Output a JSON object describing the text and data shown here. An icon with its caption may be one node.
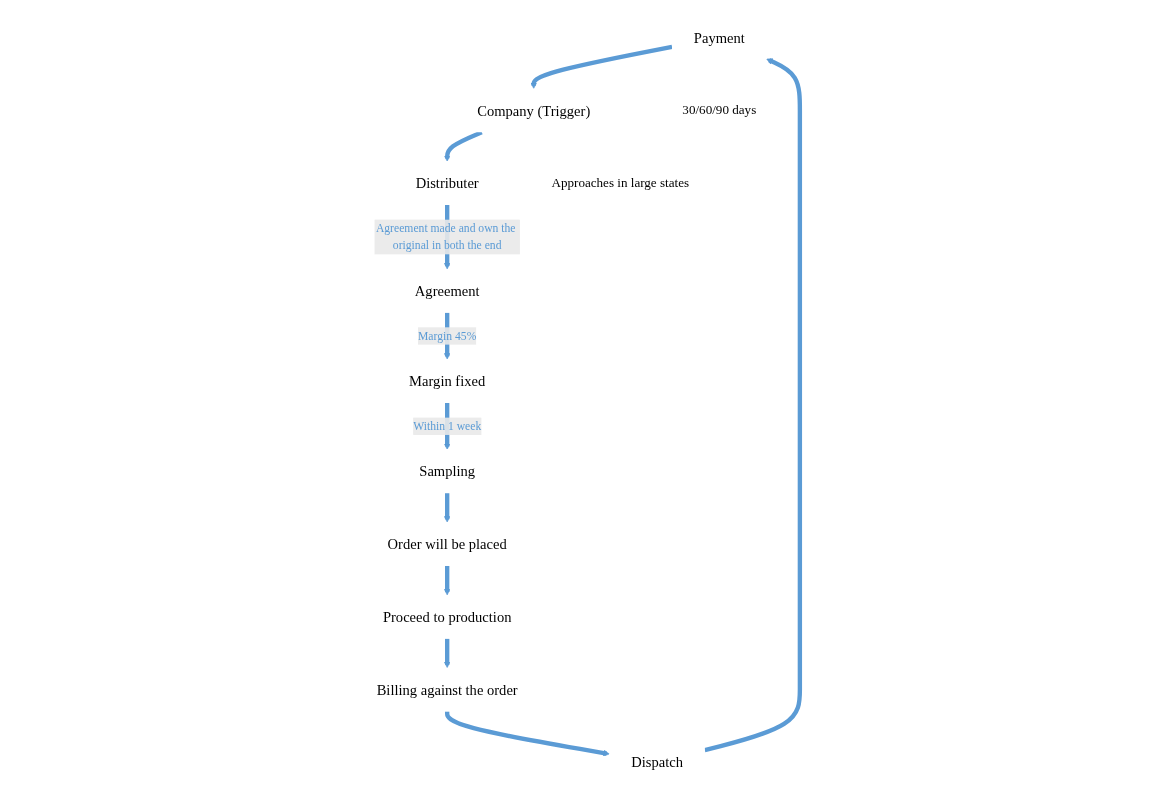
{
  "diagram": {
    "nodes": [
      {
        "text": [
          "Payment"
        ],
        "beside": [
          "30/60/90 days"
        ]
      },
      {
        "text": [
          "Company (Trigger)"
        ],
        "beside": [
          "Approaches in large states"
        ]
      },
      {
        "text": [
          "Distributer"
        ]
      },
      {
        "text": [
          "Agreement"
        ]
      },
      {
        "text": [
          "Margin fixed"
        ]
      },
      {
        "text": [
          "Sampling"
        ]
      },
      {
        "text": [
          "Order will be placed"
        ]
      },
      {
        "text": [
          "Proceed to production"
        ]
      },
      {
        "text": [
          "Billing against the order"
        ]
      },
      {
        "text": [
          "Dispatch"
        ]
      }
    ],
    "edges": [
      {
        "from": 0,
        "to": 1,
        "arrow": "to"
      },
      {
        "from": 1,
        "to": 2,
        "arrow": "to"
      },
      {
        "from": 2,
        "to": 3,
        "arrow": "to",
        "label": "Agreement made and own the original in both the end"
      },
      {
        "from": 3,
        "to": 4,
        "arrow": "to",
        "label": "Margin 45%"
      },
      {
        "from": 4,
        "to": 5,
        "arrow": "to",
        "label": "Within 1 week"
      },
      {
        "from": 5,
        "to": 6,
        "arrow": "to"
      },
      {
        "from": 6,
        "to": 7,
        "arrow": "to"
      },
      {
        "from": 7,
        "to": 8,
        "arrow": "to"
      },
      {
        "from": 8,
        "to": 9,
        "arrow": "to"
      },
      {
        "from": 9,
        "to": 0,
        "arrow": "to"
      }
    ]
  }
}
